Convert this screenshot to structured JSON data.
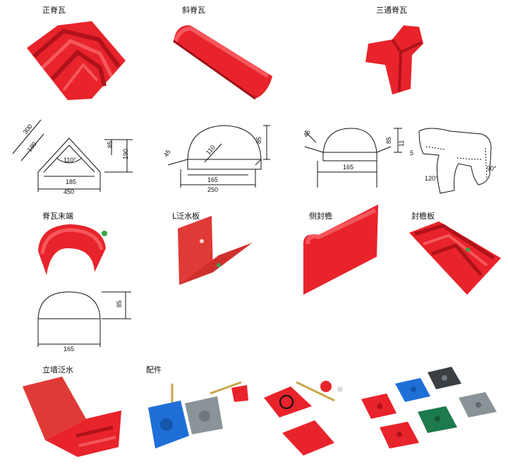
{
  "products": [
    {
      "label": "正脊瓦"
    },
    {
      "label": "斜脊瓦"
    },
    {
      "label": "三通脊瓦"
    },
    {
      "label": "脊瓦末端"
    },
    {
      "label": "L泛水板"
    },
    {
      "label": "侧封檐"
    },
    {
      "label": "封檐板"
    },
    {
      "label": "立墙泛水"
    },
    {
      "label": "配件"
    }
  ],
  "drawings": {
    "ridge": {
      "d1": "300",
      "d2": "180",
      "angle": "110°",
      "d3": "185",
      "d4": "450",
      "d5": "85",
      "d6": "190"
    },
    "hip": {
      "d1": "45",
      "d2": "110",
      "d3": "165",
      "d4": "250",
      "d5": "85"
    },
    "tee": {
      "d1": "45",
      "d2": "165",
      "d3": "85",
      "d4": "11",
      "d5": "5",
      "a1": "120°",
      "a2": "90°"
    },
    "end": {
      "d1": "85",
      "d2": "165"
    }
  },
  "colors": {
    "tile": "#e8232b",
    "tile_dark": "#b0121a",
    "tile_light": "#f5575c",
    "blue": "#1f6fd8",
    "gray": "#8a9398",
    "green": "#1c7a4c",
    "charcoal": "#3a3f44"
  }
}
